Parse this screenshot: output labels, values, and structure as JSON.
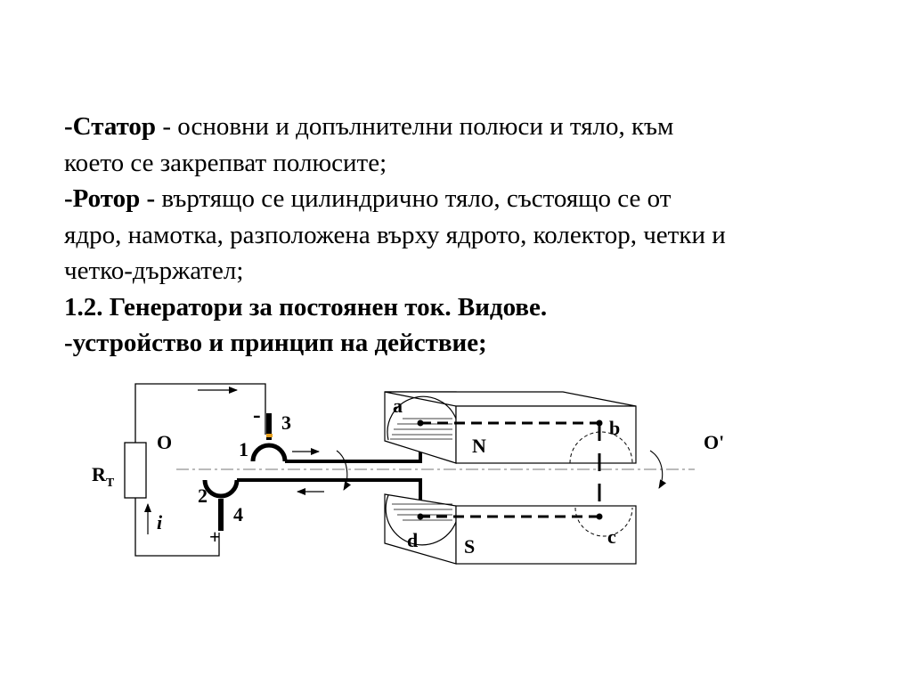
{
  "slide": {
    "paragraphs": [
      {
        "bold": "-Статор",
        "rest": " - основни и допълнителни полюси и  тяло, към"
      },
      {
        "bold": "",
        "rest": "което се закрепват полюсите;"
      },
      {
        "bold": "-Ротор - ",
        "rest": "въртящо се цилиндрично тяло, състоящо се от"
      },
      {
        "bold": "",
        "rest": "ядро, намотка, разположена върху ядрото, колектор, четки и"
      },
      {
        "bold": "",
        "rest": "четко-държател;"
      },
      {
        "bold": "1.2. Генератори за постоянен ток. Видове.",
        "rest": ""
      },
      {
        "bold": "-устройство и принцип на действие;",
        "rest": ""
      }
    ]
  },
  "diagram": {
    "labels": {
      "resistor": "R",
      "resistor_sub": "T",
      "current": "i",
      "axis_left": "O",
      "axis_right": "O'",
      "minus": "-",
      "plus": "+",
      "brush_1": "1",
      "brush_2": "2",
      "brush_3": "3",
      "brush_4": "4",
      "point_a": "a",
      "point_b": "b",
      "point_c": "c",
      "point_d": "d",
      "pole_n": "N",
      "pole_s": "S"
    },
    "colors": {
      "line": "#000000",
      "brush_contact": "#e6a020",
      "axis": "#777777"
    }
  }
}
